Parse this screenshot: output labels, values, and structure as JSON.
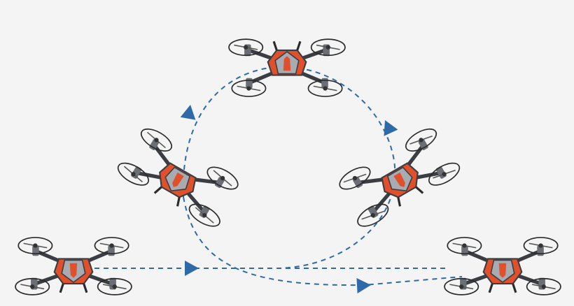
{
  "diagram": {
    "background": "#f4f4f4",
    "path_color": "#2e6aa8",
    "drone_body_color": "#e0502a",
    "drone_frame_color": "#3a3d42",
    "drone_shell_color": "#a8acb2",
    "guard_color": "#2b2b2b",
    "drones": [
      {
        "id": "drone-start"
      },
      {
        "id": "drone-left-climb"
      },
      {
        "id": "drone-top"
      },
      {
        "id": "drone-right-descend"
      },
      {
        "id": "drone-end"
      }
    ],
    "arrows": [
      {
        "id": "arrow-straight"
      },
      {
        "id": "arrow-left-up"
      },
      {
        "id": "arrow-right-down"
      },
      {
        "id": "arrow-bottom"
      }
    ]
  }
}
